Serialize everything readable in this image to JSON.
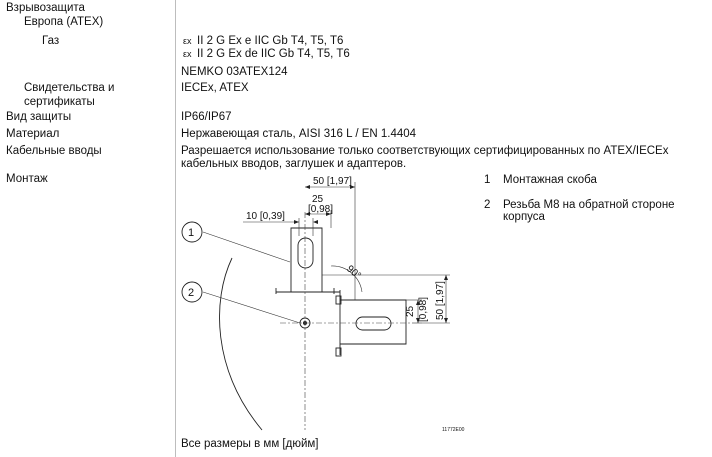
{
  "left": {
    "explosion_protection": "Взрывозащита",
    "europe": "Европа (ATEX)",
    "gas": "Газ",
    "certificates_1": "Свидетельства и",
    "certificates_2": "сертификаты",
    "ip_type": "Вид защиты",
    "material": "Материал",
    "cable_entries": "Кабельные вводы",
    "mounting": "Монтаж"
  },
  "right": {
    "gas_line1": "II 2 G Ex e IIC Gb T4, T5, T6",
    "gas_line2": "II 2 G Ex de IIC Gb T4, T5, T6",
    "nemko": "NEMKO 03ATEX124",
    "certs": "IECEx, ATEX",
    "ip": "IP66/IP67",
    "material": "Нержавеющая сталь, AISI 316 L / EN 1.4404",
    "cable_1": "Разрешается использование только соответствующих сертифицированных по ATEX/IECEx",
    "cable_2": "кабельных вводов, заглушек и адаптеров."
  },
  "ex_symbol": "εx",
  "legend": [
    {
      "num": "1",
      "text_1": "Монтажная скоба",
      "text_2": ""
    },
    {
      "num": "2",
      "text_1": "Резьба M8 на обратной стороне",
      "text_2": "корпуса"
    }
  ],
  "drawing": {
    "callout_1": "1",
    "callout_2": "2",
    "dim_50": "50 [1,97]",
    "dim_25_a": "25",
    "dim_25_b": "[0,98]",
    "dim_10": "10 [0,39]",
    "dim_angle": "90°",
    "dim_v25_a": "25",
    "dim_v25_b": "[0,98]",
    "dim_v50": "50 [1,97]",
    "drawing_code": "11772E00"
  },
  "footer": "Все размеры в мм [дюйм]"
}
